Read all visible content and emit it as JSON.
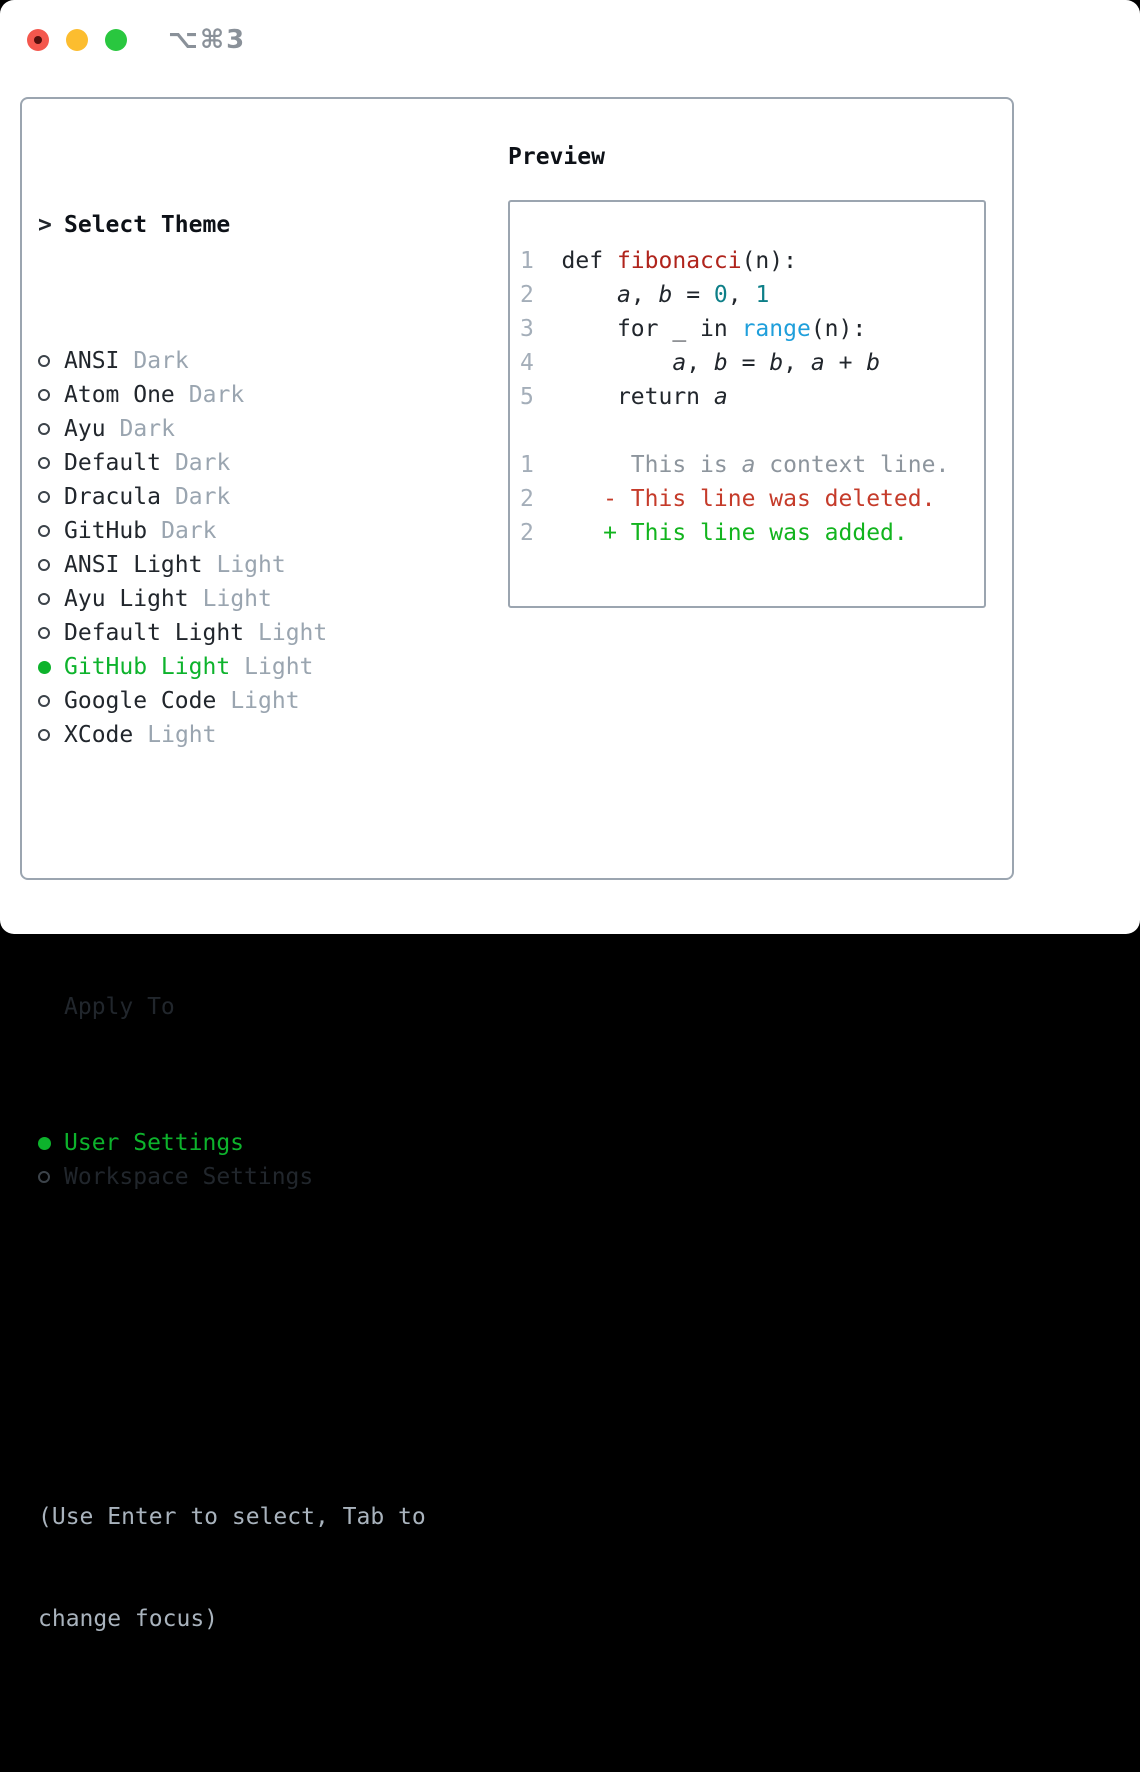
{
  "window": {
    "shortcut_label": "⌥⌘3",
    "traffic_lights": [
      "close",
      "minimize",
      "zoom"
    ]
  },
  "theme_panel": {
    "title_prefix": ">",
    "title": "Select Theme",
    "items": [
      {
        "name": "ANSI",
        "variant": "Dark",
        "selected": false
      },
      {
        "name": "Atom One",
        "variant": "Dark",
        "selected": false
      },
      {
        "name": "Ayu",
        "variant": "Dark",
        "selected": false
      },
      {
        "name": "Default",
        "variant": "Dark",
        "selected": false
      },
      {
        "name": "Dracula",
        "variant": "Dark",
        "selected": false
      },
      {
        "name": "GitHub",
        "variant": "Dark",
        "selected": false
      },
      {
        "name": "ANSI Light",
        "variant": "Light",
        "selected": false
      },
      {
        "name": "Ayu Light",
        "variant": "Light",
        "selected": false
      },
      {
        "name": "Default Light",
        "variant": "Light",
        "selected": false
      },
      {
        "name": "GitHub Light",
        "variant": "Light",
        "selected": true
      },
      {
        "name": "Google Code",
        "variant": "Light",
        "selected": false
      },
      {
        "name": "XCode",
        "variant": "Light",
        "selected": false
      }
    ],
    "apply_to": {
      "title": "Apply To",
      "items": [
        {
          "name": "User Settings",
          "selected": true
        },
        {
          "name": "Workspace Settings",
          "selected": false
        }
      ]
    },
    "hint_lines": [
      "(Use Enter to select, Tab to",
      "change focus)"
    ]
  },
  "preview": {
    "title": "Preview",
    "code_lines": [
      {
        "num": "1",
        "segments": [
          {
            "text": "  def ",
            "style": "code"
          },
          {
            "text": "fibonacci",
            "style": "func"
          },
          {
            "text": "(n):",
            "style": "code"
          }
        ]
      },
      {
        "num": "2",
        "segments": [
          {
            "text": "      ",
            "style": "code"
          },
          {
            "text": "a",
            "style": "var"
          },
          {
            "text": ", ",
            "style": "code"
          },
          {
            "text": "b",
            "style": "var"
          },
          {
            "text": " = ",
            "style": "code"
          },
          {
            "text": "0",
            "style": "num"
          },
          {
            "text": ", ",
            "style": "code"
          },
          {
            "text": "1",
            "style": "num"
          }
        ]
      },
      {
        "num": "3",
        "segments": [
          {
            "text": "      for _ in ",
            "style": "code"
          },
          {
            "text": "range",
            "style": "call"
          },
          {
            "text": "(n):",
            "style": "code"
          }
        ]
      },
      {
        "num": "4",
        "segments": [
          {
            "text": "          ",
            "style": "code"
          },
          {
            "text": "a",
            "style": "var"
          },
          {
            "text": ", ",
            "style": "code"
          },
          {
            "text": "b",
            "style": "var"
          },
          {
            "text": " = ",
            "style": "code"
          },
          {
            "text": "b",
            "style": "var"
          },
          {
            "text": ", ",
            "style": "code"
          },
          {
            "text": "a",
            "style": "var"
          },
          {
            "text": " + ",
            "style": "code"
          },
          {
            "text": "b",
            "style": "var"
          }
        ]
      },
      {
        "num": "5",
        "segments": [
          {
            "text": "      return ",
            "style": "code"
          },
          {
            "text": "a",
            "style": "var"
          }
        ]
      },
      {
        "num": "",
        "segments": []
      },
      {
        "num": "1",
        "segments": [
          {
            "text": "       This is ",
            "style": "ctx"
          },
          {
            "text": "a",
            "style": "ctx-var"
          },
          {
            "text": " context line.",
            "style": "ctx"
          }
        ]
      },
      {
        "num": "2",
        "segments": [
          {
            "text": "     - This line was deleted.",
            "style": "del"
          }
        ]
      },
      {
        "num": "2",
        "segments": [
          {
            "text": "     + This line was added.",
            "style": "add"
          }
        ]
      }
    ]
  },
  "colors": {
    "selection_green": "#0db32c",
    "added_green": "#12b41e",
    "deleted_red": "#c53b2a",
    "function_red": "#b0241c",
    "number_teal": "#0d7f88",
    "builtin_blue": "#1f9fdb",
    "border_gray": "#9ba5b0",
    "traffic_red": "#f4574d",
    "traffic_yellow": "#fcbd2f",
    "traffic_green": "#29c73f"
  }
}
